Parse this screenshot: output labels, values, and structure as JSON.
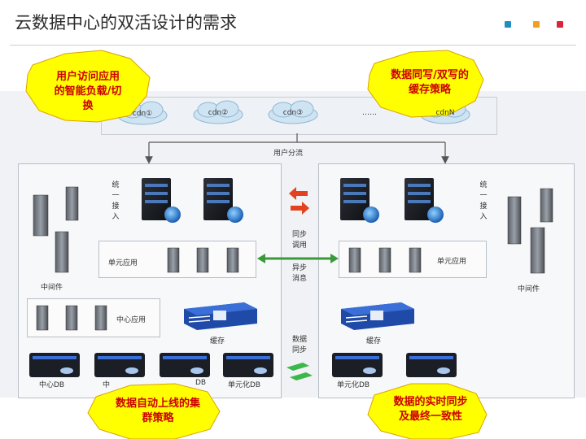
{
  "title": "云数据中心的双活设计的需求",
  "colors": {
    "accent_blue": "#1f8fc2",
    "accent_orange": "#f0a022",
    "accent_red": "#d9243c",
    "burst_fill": "#ffff00",
    "burst_text": "#cc0000",
    "sync_line": "#3a9a3a"
  },
  "cdn": {
    "nodes": [
      "cdn①",
      "cdn②",
      "cdn③",
      "……",
      "cdnN"
    ]
  },
  "user_split": "用户分流",
  "left_dc": {
    "unified_access": "统一接入",
    "middleware": "中间件",
    "unit_app": "单元应用",
    "center_app": "中心应用",
    "cache": "缓存",
    "db_labels": [
      "中心DB",
      "中",
      "DB",
      "单元化DB"
    ]
  },
  "right_dc": {
    "unified_access": "统一接入",
    "middleware": "中间件",
    "unit_app": "单元应用",
    "cache": "缓存",
    "db_labels": [
      "单元化DB"
    ]
  },
  "middle": {
    "sync_call": "同步调用",
    "async_msg": "异步消息",
    "data_sync": "数据同步"
  },
  "callouts": {
    "top_left": "用户访问应用的智能负载/切换",
    "top_right": "数据同写/双写的缓存策略",
    "bottom_left": "数据自动上线的集群策略",
    "bottom_right": "数据的实时同步及最终一致性"
  }
}
